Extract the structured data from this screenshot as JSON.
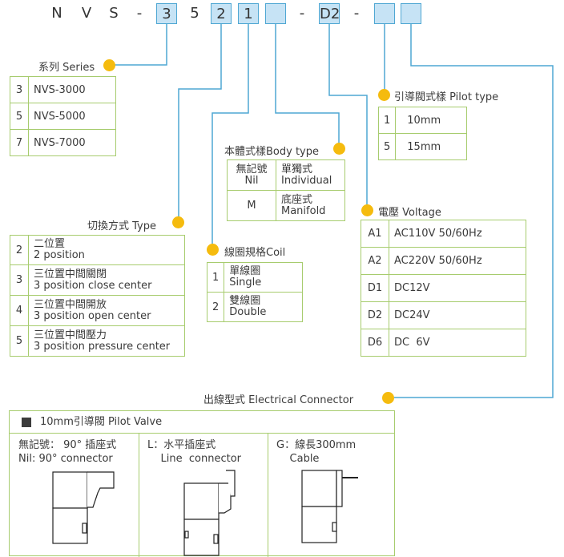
{
  "code": {
    "chars": [
      "N",
      "V",
      "S",
      "-",
      "3",
      "5",
      "2",
      "1",
      "",
      "-",
      "D2",
      "-",
      "",
      ""
    ]
  },
  "series": {
    "title": "系列 Series",
    "rows": [
      {
        "code": "3",
        "value": "NVS-3000"
      },
      {
        "code": "5",
        "value": "NVS-5000"
      },
      {
        "code": "7",
        "value": "NVS-7000"
      }
    ]
  },
  "type": {
    "title": "切換方式 Type",
    "rows": [
      {
        "code": "2",
        "zh": "二位置",
        "en": "2 position"
      },
      {
        "code": "3",
        "zh": "三位置中間關閉",
        "en": "3 position close center"
      },
      {
        "code": "4",
        "zh": "三位置中間開放",
        "en": "3 position open center"
      },
      {
        "code": "5",
        "zh": "三位置中間壓力",
        "en": "3 position pressure center"
      }
    ]
  },
  "coil": {
    "title": "線圈規格Coil",
    "rows": [
      {
        "code": "1",
        "zh": "單線圈",
        "en": "Single"
      },
      {
        "code": "2",
        "zh": "雙線圈",
        "en": "Double"
      }
    ]
  },
  "body": {
    "title": "本體式樣Body type",
    "rows": [
      {
        "code_zh": "無記號",
        "code_en": "Nil",
        "zh": "單獨式",
        "en": "Individual"
      },
      {
        "code_zh": "",
        "code_en": "M",
        "zh": "底座式",
        "en": "Manifold"
      }
    ]
  },
  "pilot": {
    "title": "引導閥式樣 Pilot type",
    "rows": [
      {
        "code": "1",
        "value": "10mm"
      },
      {
        "code": "5",
        "value": "15mm"
      }
    ]
  },
  "voltage": {
    "title": "電壓 Voltage",
    "rows": [
      {
        "code": "A1",
        "value": "AC110V 50/60Hz"
      },
      {
        "code": "A2",
        "value": "AC220V 50/60Hz"
      },
      {
        "code": "D1",
        "value": "DC12V"
      },
      {
        "code": "D2",
        "value": "DC24V"
      },
      {
        "code": "D6",
        "value": "DC  6V"
      }
    ]
  },
  "connector": {
    "title": "出線型式 Electrical Connector",
    "panel_title": "10mm引導閥  Pilot Valve",
    "options": [
      {
        "line1": "無記號： 90° 插座式",
        "line2": "Nil: 90° connector"
      },
      {
        "line1": "L：水平插座式",
        "line2": "    Line  connector"
      },
      {
        "line1": "G：線長300mm",
        "line2": "    Cable"
      }
    ]
  },
  "colors": {
    "line": "#4fa7d3",
    "box_fill": "#c6e3f5",
    "table_border": "#a7cc6e",
    "dot": "#f5bb0e"
  }
}
